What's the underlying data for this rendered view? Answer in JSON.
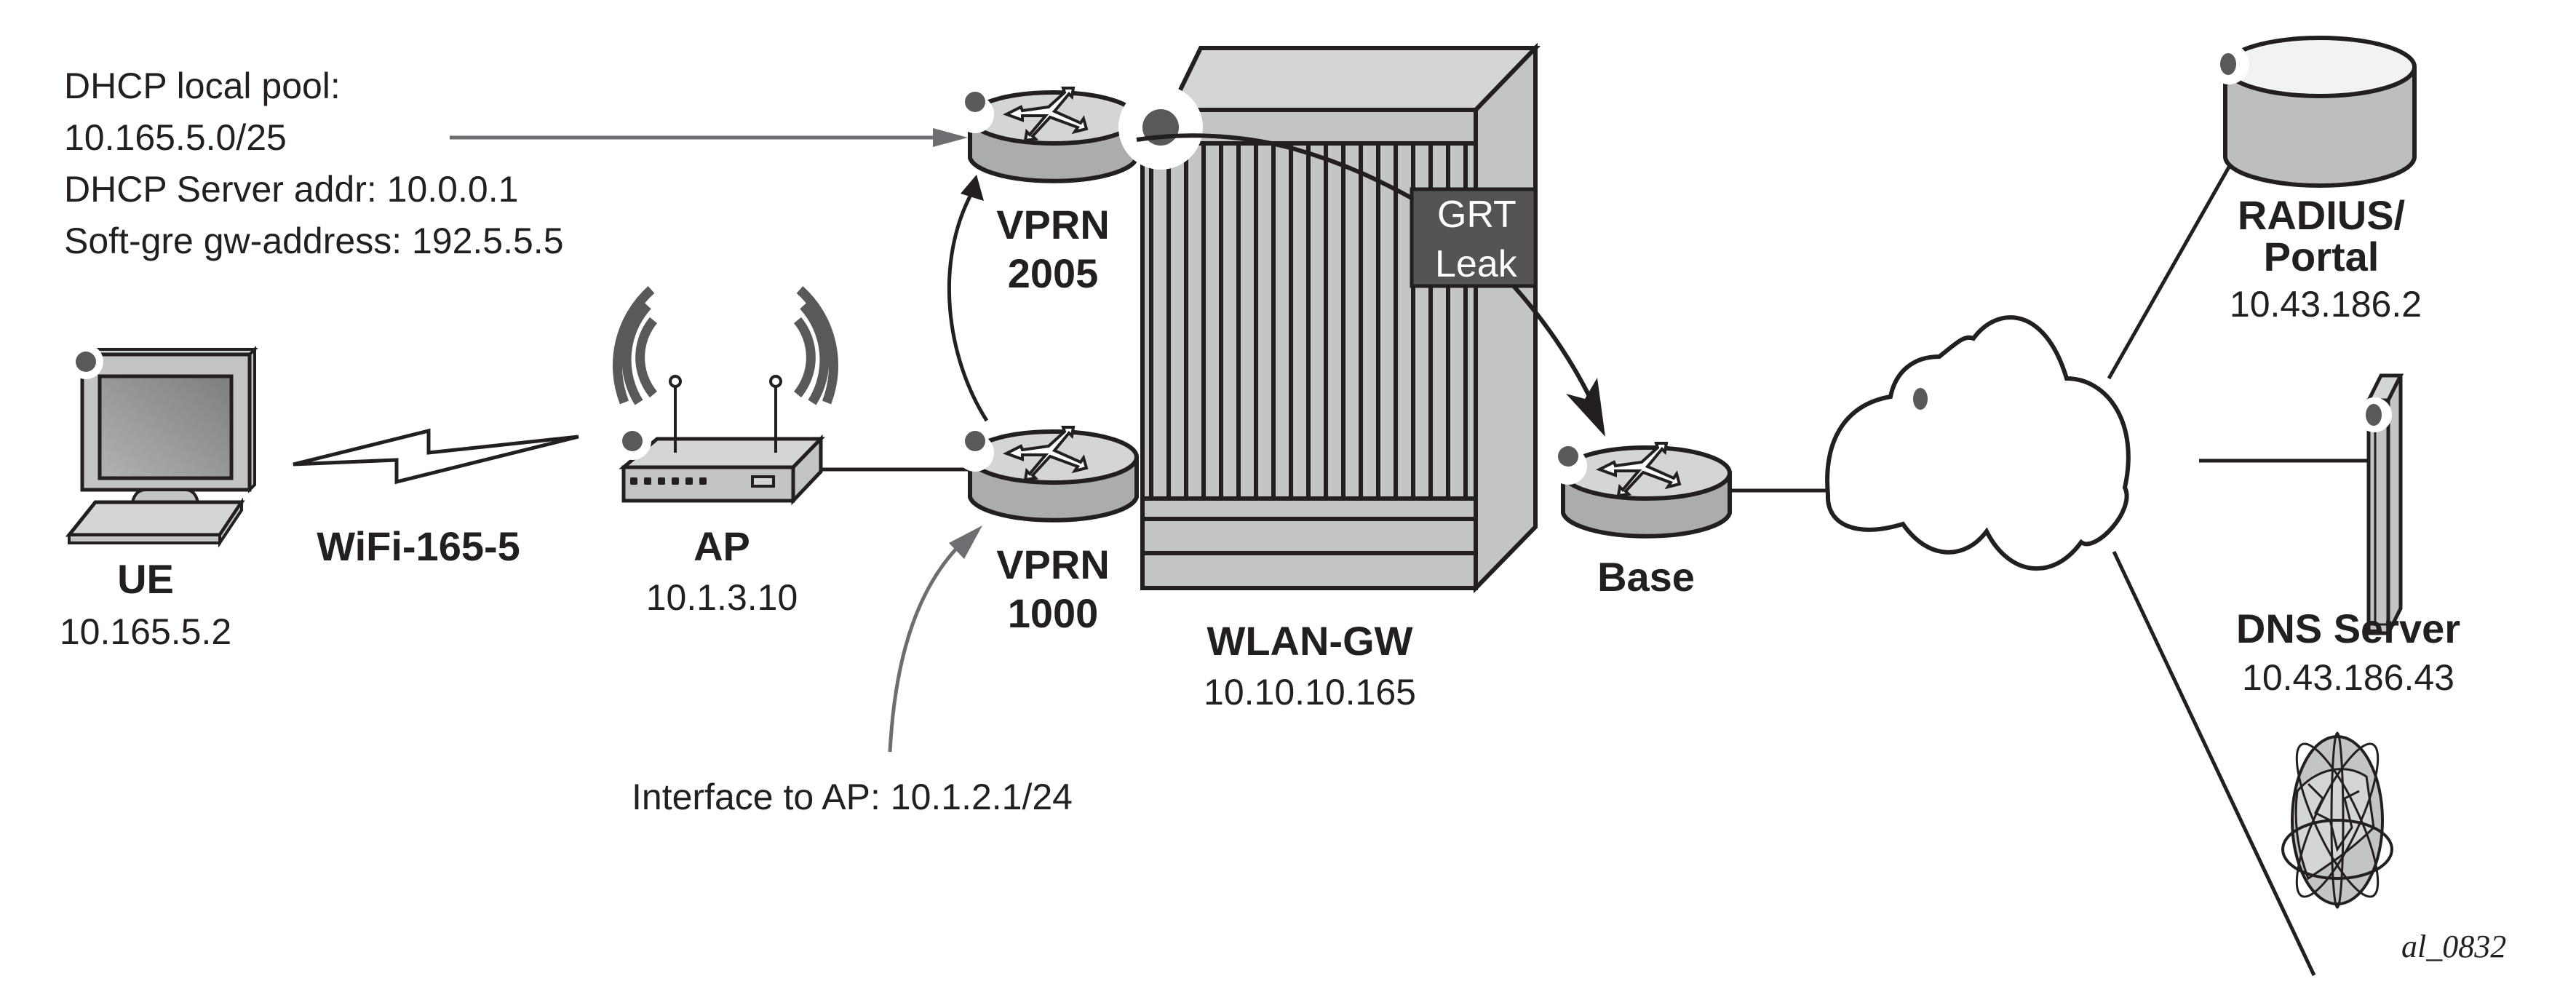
{
  "figure_id": "al_0832",
  "annotations": {
    "dhcp_block": [
      "DHCP local pool:",
      "10.165.5.0/25",
      "DHCP Server addr: 10.0.0.1",
      "Soft-gre gw-address: 192.5.5.5"
    ],
    "interface_to_ap": "Interface to AP: 10.1.2.1/24",
    "grt_leak": [
      "GRT",
      "Leak"
    ],
    "wifi_link": "WiFi-165-5"
  },
  "nodes": {
    "ue": {
      "name": "UE",
      "address": "10.165.5.2",
      "icon": "desktop-computer-icon"
    },
    "ap": {
      "name": "AP",
      "address": "10.1.3.10",
      "icon": "wireless-access-point-icon"
    },
    "vprn_2005": {
      "name_line1": "VPRN",
      "name_line2": "2005",
      "icon": "router-icon"
    },
    "vprn_1000": {
      "name_line1": "VPRN",
      "name_line2": "1000",
      "icon": "router-icon"
    },
    "wlan_gw": {
      "name": "WLAN-GW",
      "address": "10.10.10.165",
      "icon": "chassis-icon"
    },
    "base": {
      "name": "Base",
      "icon": "router-icon"
    },
    "radius": {
      "name_line1": "RADIUS/",
      "name_line2": "Portal",
      "address": "10.43.186.2",
      "icon": "database-icon"
    },
    "dns": {
      "name": "DNS Server",
      "address": "10.43.186.43",
      "icon": "server-icon"
    },
    "internet": {
      "icon": "globe-icon"
    },
    "cloud": {
      "icon": "cloud-icon"
    }
  },
  "colors": {
    "ink": "#231f20",
    "light_gray": "#d4d5d7",
    "mid_gray": "#c3c4c6",
    "dark_side": "#abacae",
    "dot": "#58595b",
    "arrow_gray": "#6d6e71",
    "grt_box": "#545456"
  }
}
